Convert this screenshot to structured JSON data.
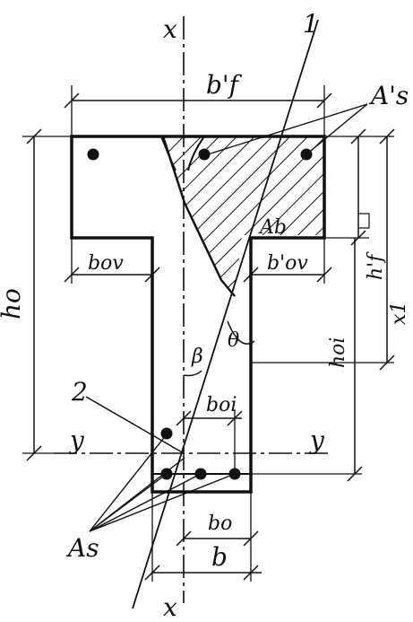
{
  "labels": {
    "axis_x_top": "x",
    "axis_x_bottom": "x",
    "axis_y_left": "y",
    "axis_y_right": "y",
    "marker_1": "1",
    "marker_2": "2",
    "bf_prime": "b'f",
    "As_prime": "A's",
    "Ab": "Ab",
    "ho": "ho",
    "bov_left": "bov",
    "bov_right": "b'ov",
    "hf_prime": "h'f",
    "x1": "x1",
    "hoi": "hoi",
    "theta": "θ",
    "beta": "β",
    "boi": "boi",
    "As": "As",
    "bo": "bo",
    "b": "b"
  }
}
